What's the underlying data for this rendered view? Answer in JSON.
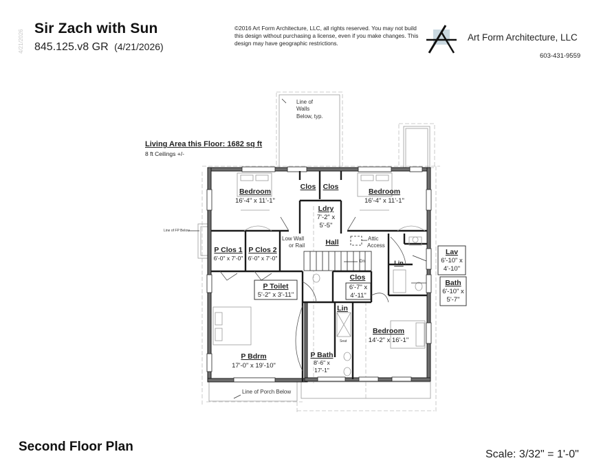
{
  "header": {
    "title": "Sir Zach with Sun",
    "plan_code": "845.125.v8 GR",
    "date": "(4/21/2026)",
    "vertical_date": "4/21/2026",
    "copyright": "©2016 Art Form Architecture, LLC, all rights reserved. You may not build this design without purchasing a license, even if you make changes. This design may have geographic restrictions.",
    "firm_name": "Art Form Architecture, LLC",
    "phone": "603-431-9559",
    "logo_icon": "af-logo-icon"
  },
  "area": {
    "living_area": "Living Area this Floor: 1682 sq ft",
    "ceilings": "8 ft Ceilings +/-"
  },
  "notes": {
    "walls_below_1": "Line of",
    "walls_below_2": "Walls",
    "walls_below_3": "Below, typ.",
    "fp_below": "Line of FP Below",
    "porch_below": "Line of Porch Below",
    "low_wall_1": "Low Wall",
    "low_wall_2": "or Rail",
    "attic_1": "Attic",
    "attic_2": "Access",
    "stair_dn": "Dn",
    "seat": "Seat"
  },
  "rooms": {
    "bedroom_nw": {
      "label": "Bedroom",
      "dims": "16'-4\" x 11'-1\""
    },
    "bedroom_ne": {
      "label": "Bedroom",
      "dims": "16'-4\" x 11'-1\""
    },
    "clos_1": {
      "label": "Clos"
    },
    "clos_2": {
      "label": "Clos"
    },
    "ldry": {
      "label": "Ldry",
      "dims1": "7'-2\" x",
      "dims2": "5'-5\""
    },
    "hall": {
      "label": "Hall"
    },
    "p_clos_1": {
      "label": "P Clos 1",
      "dims": "6'-0\" x 7'-0\""
    },
    "p_clos_2": {
      "label": "P Clos 2",
      "dims": "6'-0\" x 7'-0\""
    },
    "p_toilet": {
      "label": "P Toilet",
      "dims": "5'-2\" x 3'-11\""
    },
    "clos_mid": {
      "label": "Clos",
      "dims1": "6'-7\" x",
      "dims2": "4'-11\""
    },
    "lin_1": {
      "label": "Lin"
    },
    "lin_2": {
      "label": "Lin"
    },
    "lav": {
      "label": "Lav",
      "dims1": "6'-10\" x",
      "dims2": "4'-10\""
    },
    "bath": {
      "label": "Bath",
      "dims1": "6'-10\" x",
      "dims2": "5'-7\""
    },
    "p_bdrm": {
      "label": "P Bdrm",
      "dims": "17'-0\" x 19'-10\""
    },
    "p_bath": {
      "label": "P Bath",
      "dims1": "8'-6\" x",
      "dims2": "17'-1\""
    },
    "bedroom_se": {
      "label": "Bedroom",
      "dims": "14'-2\" x 16'-1\""
    }
  },
  "footer": {
    "plan_title": "Second Floor Plan",
    "scale": "Scale: 3/32\" = 1'-0\""
  },
  "colors": {
    "wall": "#2a2a2a",
    "wall_fill": "#777777",
    "dashed": "#b5b5b5",
    "logo_box": "#c9d8e0"
  }
}
